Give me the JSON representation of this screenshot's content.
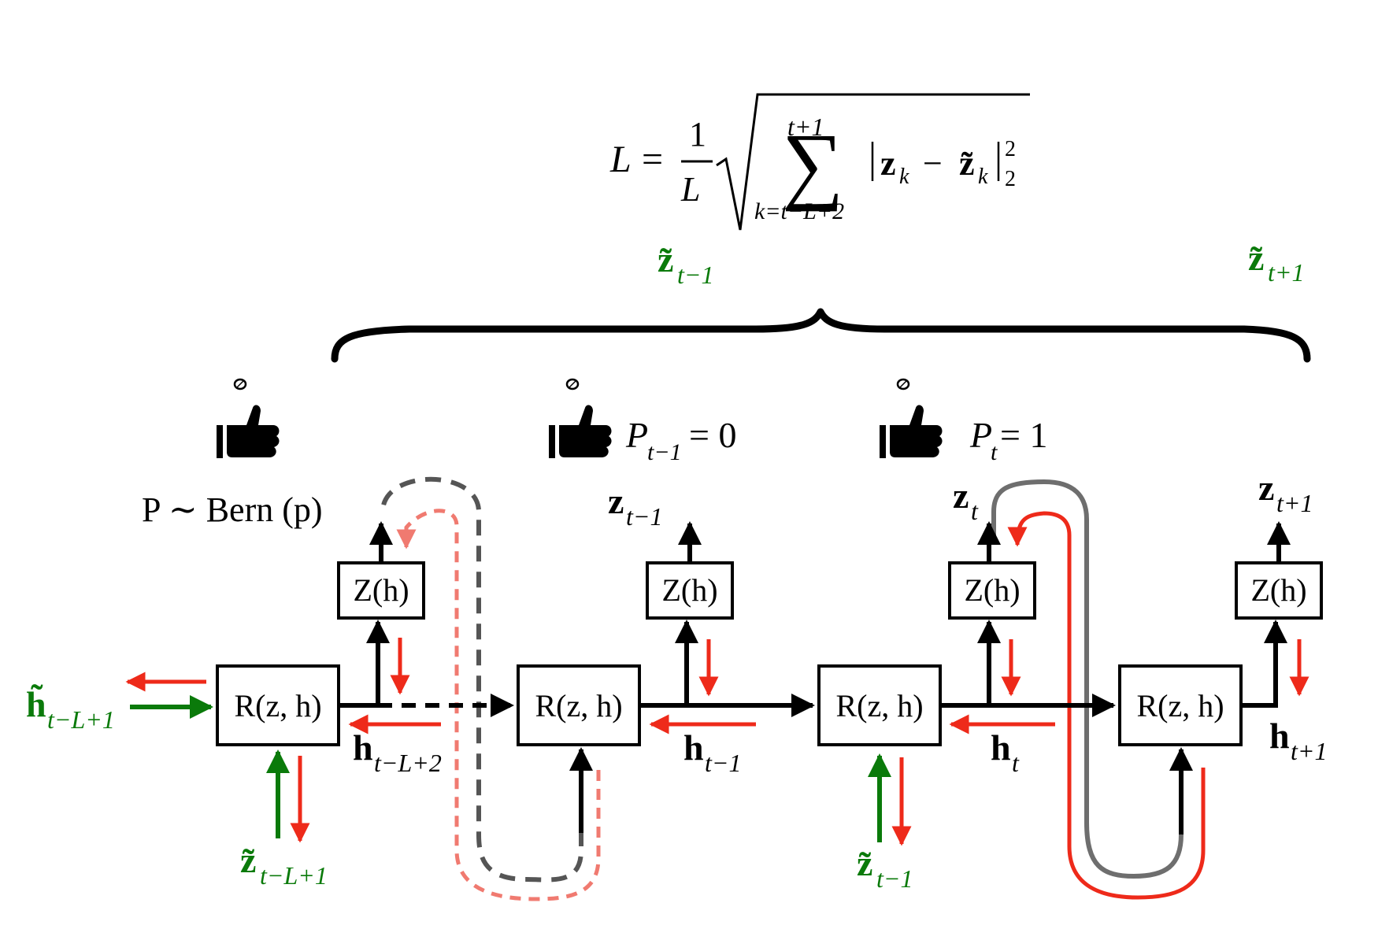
{
  "colors": {
    "forward": "#000000",
    "backward": "#ee2a1a",
    "input": "#0a7a0a",
    "recurrent_dashed_dark": "#555555",
    "recurrent_dashed_light": "#f07a70",
    "recurrent_solid_gray": "#6e6e6e"
  },
  "formula": {
    "lhs": "L",
    "eq": "=",
    "frac_num": "1",
    "frac_den": "L",
    "sum_top": "t+1",
    "sum_bottom": "k=t−L+2",
    "term_z": "z",
    "term_z_sub": "k",
    "minus": "−",
    "term_zt": "z̃",
    "term_zt_sub": "k",
    "norm_sup": "2",
    "norm_sub": "2"
  },
  "brace_labels": {
    "left": {
      "main": "z̃",
      "sub": "t−1"
    },
    "right": {
      "main": "z̃",
      "sub": "t+1"
    }
  },
  "icons": {
    "thumb_1": "thumbs-up-icon",
    "thumb_2": "thumbs-up-icon",
    "thumb_3": "thumbs-up-icon"
  },
  "prob_labels": {
    "bern": "P ∼ Bern (p)",
    "p_prev_main": "P",
    "p_prev_sub": "t−1",
    "p_prev_val": " = 0",
    "p_t_main": "P",
    "p_t_sub": "t",
    "p_t_val": " = 1"
  },
  "boxes": {
    "r_label": "R(z, h)",
    "z_label": "Z(h)"
  },
  "labels": {
    "h_in": {
      "main": "h̃",
      "sub": "t−L+1"
    },
    "z_in_1": {
      "main": "z̃",
      "sub": "t−L+1"
    },
    "z_in_3": {
      "main": "z̃",
      "sub": "t−1"
    },
    "h_1": {
      "main": "h",
      "sub": "t−L+2"
    },
    "h_2": {
      "main": "h",
      "sub": "t−1"
    },
    "h_3": {
      "main": "h",
      "sub": "t"
    },
    "h_4": {
      "main": "h",
      "sub": "t+1"
    },
    "z_out_2": {
      "main": "z",
      "sub": "t−1"
    },
    "z_out_3": {
      "main": "z",
      "sub": "t"
    },
    "z_out_4": {
      "main": "z",
      "sub": "t+1"
    }
  }
}
